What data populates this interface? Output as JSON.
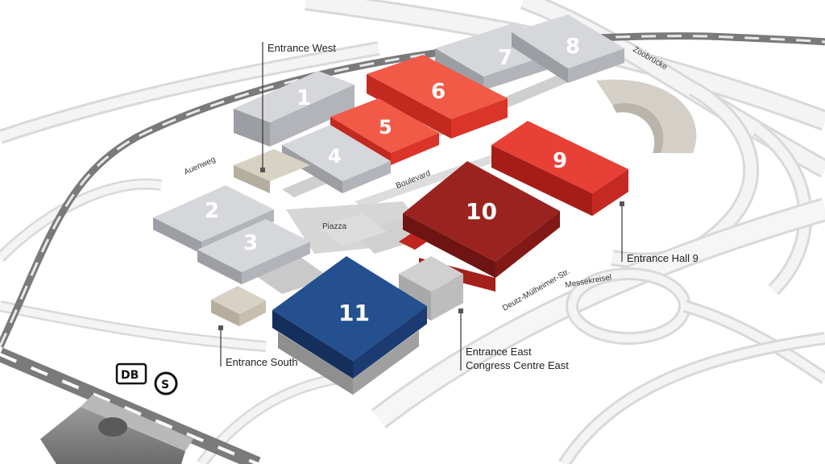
{
  "halls": [
    {
      "id": "1",
      "label": "1",
      "color": "#c3c4c8"
    },
    {
      "id": "2",
      "label": "2",
      "color": "#c3c4c8"
    },
    {
      "id": "3",
      "label": "3",
      "color": "#c3c4c8"
    },
    {
      "id": "4",
      "label": "4",
      "color": "#c3c4c8"
    },
    {
      "id": "5",
      "label": "5",
      "color": "#ee3b2b"
    },
    {
      "id": "6",
      "label": "6",
      "color": "#ee3b2b"
    },
    {
      "id": "7",
      "label": "7",
      "color": "#c3c4c8"
    },
    {
      "id": "8",
      "label": "8",
      "color": "#c3c4c8"
    },
    {
      "id": "9",
      "label": "9",
      "color": "#d42d24"
    },
    {
      "id": "10",
      "label": "10",
      "color": "#8e1c1a"
    },
    {
      "id": "11",
      "label": "11",
      "color": "#1d4384"
    }
  ],
  "entrances": {
    "west": "Entrance West",
    "south": "Entrance South",
    "east_line1": "Entrance East",
    "east_line2": "Congress Centre East",
    "hall9": "Entrance Hall 9"
  },
  "streets": {
    "auenweg": "Auenweg",
    "boulevard": "Boulevard",
    "piazza": "Piazza",
    "zoobruecke": "Zoobrücke",
    "deutz": "Deutz-Mülheimer-Str.",
    "messekreisel": "Messekreisel"
  },
  "transit": {
    "db": "DB",
    "sbahn": "S"
  }
}
